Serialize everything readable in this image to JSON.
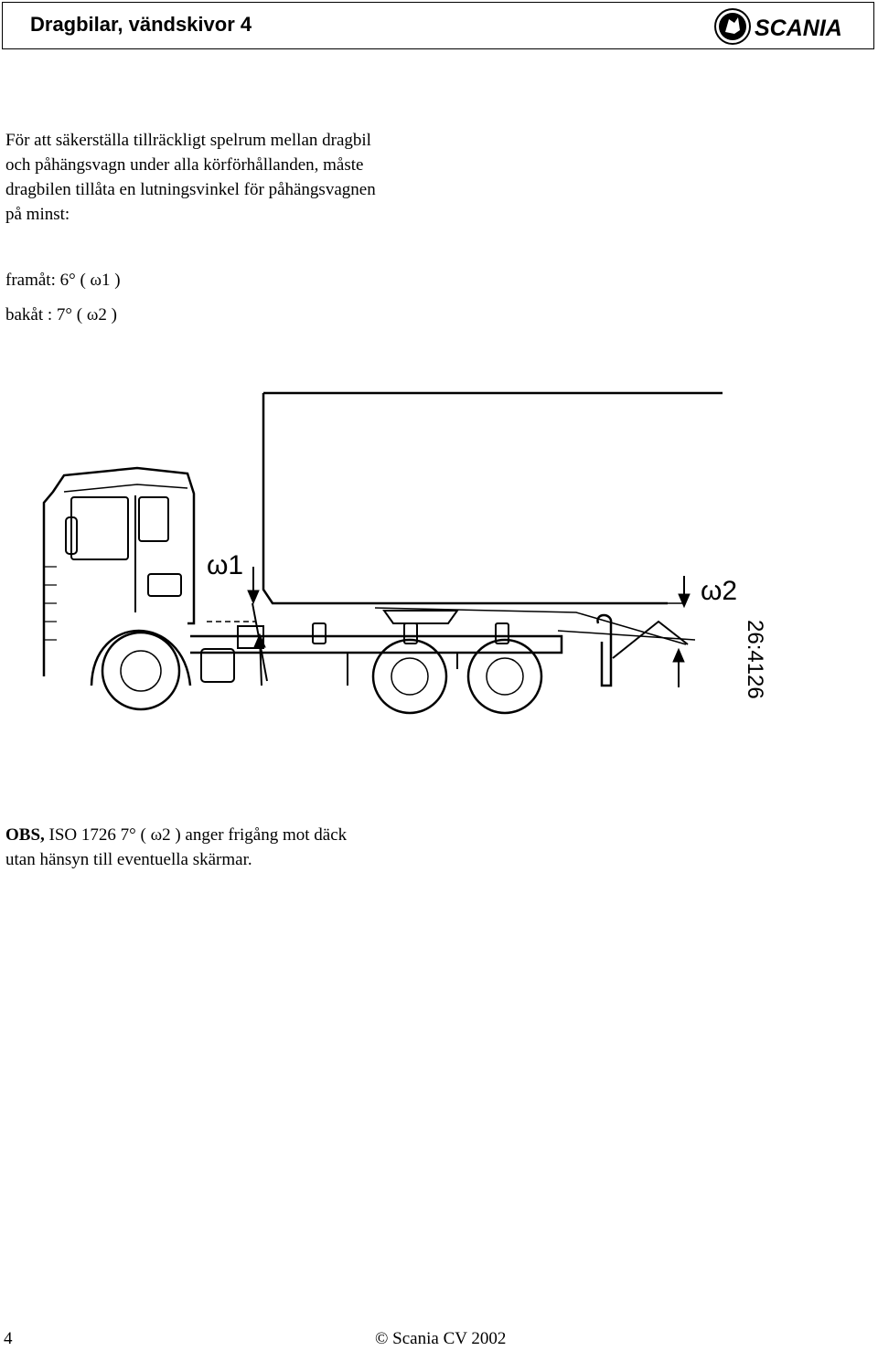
{
  "header": {
    "title": "Dragbilar, vändskivor 4",
    "logo_text": "SCANIA"
  },
  "intro": {
    "lines": [
      "För att säkerställa tillräckligt spelrum mellan dragbil",
      "och påhängsvagn under alla körförhållanden, måste",
      "dragbilen tillåta en lutningsvinkel för påhängsvagnen",
      "på minst:"
    ]
  },
  "specs": {
    "front": "framåt:  6°  ( ω1 )",
    "rear": "bakåt :  7°  ( ω2 )"
  },
  "diagram": {
    "label_omega1": "ω1",
    "label_omega2": "ω2",
    "figure_code": "26:4126"
  },
  "note": {
    "bold": "OBS,",
    "text": " ISO 1726 7°  ( ω2 ) anger frigång mot däck",
    "line2": "utan hänsyn till eventuella skärmar."
  },
  "footer": {
    "page": "4",
    "copyright": "© Scania CV 2002"
  }
}
